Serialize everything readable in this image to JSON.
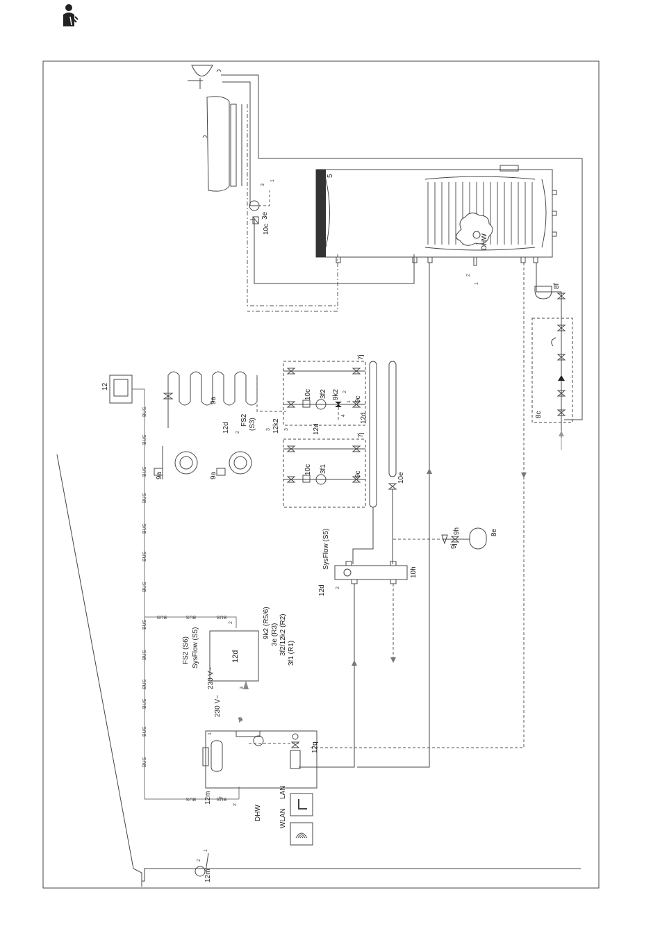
{
  "header": {
    "icon": "installer-icon"
  },
  "bus_label": "BUS",
  "labels": {
    "l5": "5",
    "dhw_tank": "DHW",
    "l3e_top": "3e",
    "l10c_top": "10c",
    "l8f": "8f",
    "l8c": "8c",
    "l12": "12",
    "l9a_1": "9a",
    "l9a_2": "9a",
    "l9a_3": "9a",
    "fs2": "FS2",
    "s3": "(S3)",
    "l12k2": "12k2",
    "l10c_a": "10c",
    "l3f2": "3f2",
    "l9k2": "9k2",
    "l9c_a": "9c",
    "l12d_a": "12d",
    "l12d_b": "12d",
    "l12d_c": "12d",
    "l10c_b": "10c",
    "l3f1": "3f1",
    "l9c_b": "9c",
    "l7j_a": "7j",
    "l7j_b": "7j",
    "l10e": "10e",
    "sysflow": "SysFlow (S5)",
    "l10h": "10h",
    "l12d_d": "12d",
    "l9h": "9h",
    "l9j": "9j",
    "l8e": "8e",
    "l12d_box": "12d",
    "fs2_s6": "FS2 (S6)",
    "sysflow_s5": "SysFlow (S5)",
    "v230_a": "230 V~",
    "r56": "9k2 (R5/6)",
    "r3": "3e (R3)",
    "r2": "3f2/12k2 (R2)",
    "r1": "3f1 (R1)",
    "v230_b": "230 V~",
    "l12q": "12q",
    "l12m_a": "12m",
    "l12m_b": "12m",
    "dhw_out": "DHW",
    "lan": "LAN",
    "wlan": "WLAN"
  },
  "wire_counts": {
    "n1_top": "1",
    "n3_top": "3",
    "n2_tank": "2",
    "n1_tank": "1",
    "n2_fs2": "2",
    "n3_12k2": "3",
    "n3_b": "3",
    "n2_9k2": "2",
    "n1_9k2": "1",
    "n4_9k2": "4",
    "n2_sys": "2",
    "n2_12d": "2",
    "n3_230b": "3",
    "n3_230a": "3",
    "n1_boiler": "1",
    "n2_12m_a": "2",
    "n2_12m_b": "2",
    "n2_bottom": "2",
    "n1_bottom": "1"
  }
}
